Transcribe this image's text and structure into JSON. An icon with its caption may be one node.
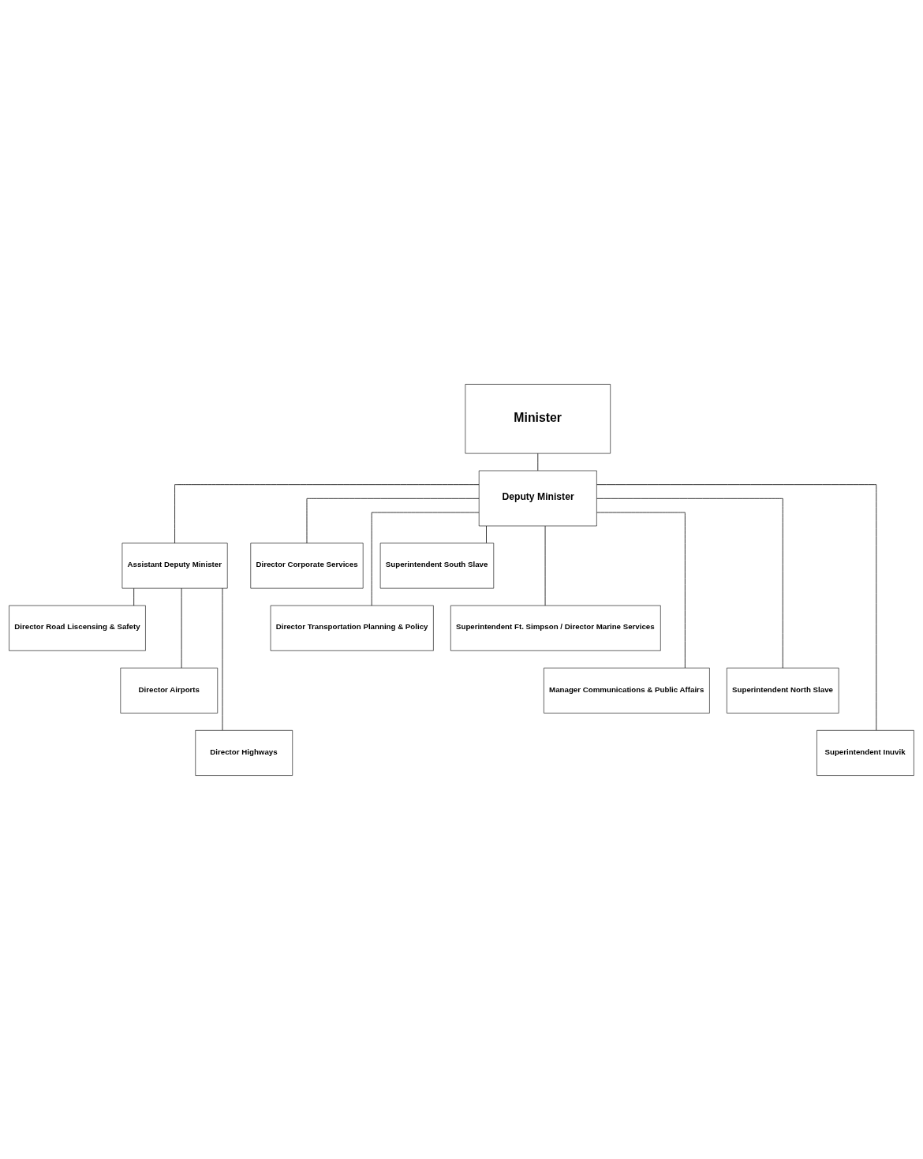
{
  "diagram": {
    "nodes": [
      {
        "text": [
          "Minister"
        ]
      },
      {
        "text": [
          "Deputy Minister"
        ]
      },
      {
        "text": [
          "Assistant Deputy Minister"
        ]
      },
      {
        "text": [
          "Director Corporate Services"
        ]
      },
      {
        "text": [
          "Superintendent South Slave"
        ]
      },
      {
        "text": [
          "Director Road Liscensing & Safety"
        ]
      },
      {
        "text": [
          "Director Transportation Planning & Policy"
        ]
      },
      {
        "text": [
          "Superintendent Ft. Simpson / Director Marine Services"
        ]
      },
      {
        "text": [
          "Director Airports"
        ]
      },
      {
        "text": [
          "Manager Communications & Public Affairs"
        ]
      },
      {
        "text": [
          "Superintendent North Slave"
        ]
      },
      {
        "text": [
          "Director Highways"
        ]
      },
      {
        "text": [
          "Superintendent Inuvik"
        ]
      }
    ],
    "edges": [
      {
        "from": 0,
        "to": 1,
        "arrow": "none"
      },
      {
        "from": 1,
        "to": 2,
        "arrow": "none"
      },
      {
        "from": 1,
        "to": 3,
        "arrow": "none"
      },
      {
        "from": 1,
        "to": 4,
        "arrow": "none"
      },
      {
        "from": 1,
        "to": 6,
        "arrow": "none"
      },
      {
        "from": 1,
        "to": 7,
        "arrow": "none"
      },
      {
        "from": 1,
        "to": 9,
        "arrow": "none"
      },
      {
        "from": 1,
        "to": 10,
        "arrow": "none"
      },
      {
        "from": 1,
        "to": 12,
        "arrow": "none"
      },
      {
        "from": 2,
        "to": 5,
        "arrow": "none"
      },
      {
        "from": 2,
        "to": 8,
        "arrow": "none"
      },
      {
        "from": 2,
        "to": 11,
        "arrow": "none"
      }
    ]
  }
}
